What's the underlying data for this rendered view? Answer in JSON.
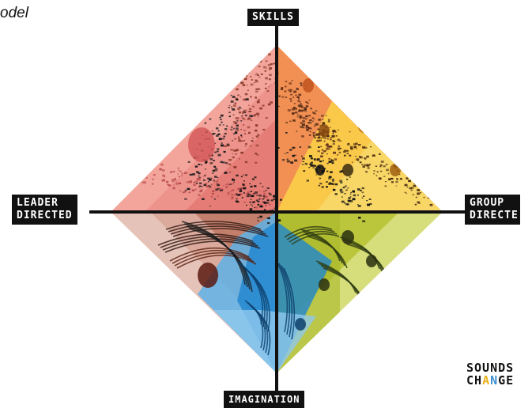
{
  "title_fragment": "odel",
  "axes": {
    "top": "SKILLS",
    "left": "LEADER\nDIRECTED",
    "right": "GROUP\nDIRECTE",
    "bottom": "IMAGINATION"
  },
  "logo": {
    "line1": "SOUNDS",
    "line2_a": "CH",
    "line2_b": "A",
    "line2_c": "N",
    "line2_d": "GE"
  },
  "colors": {
    "orange": "#f0925a",
    "pink": "#ee8e8c",
    "yellow": "#f8c33a",
    "olive": "#b9c53a",
    "blue": "#1f8bd0",
    "brown": "#b5502f",
    "axis": "#111111"
  }
}
